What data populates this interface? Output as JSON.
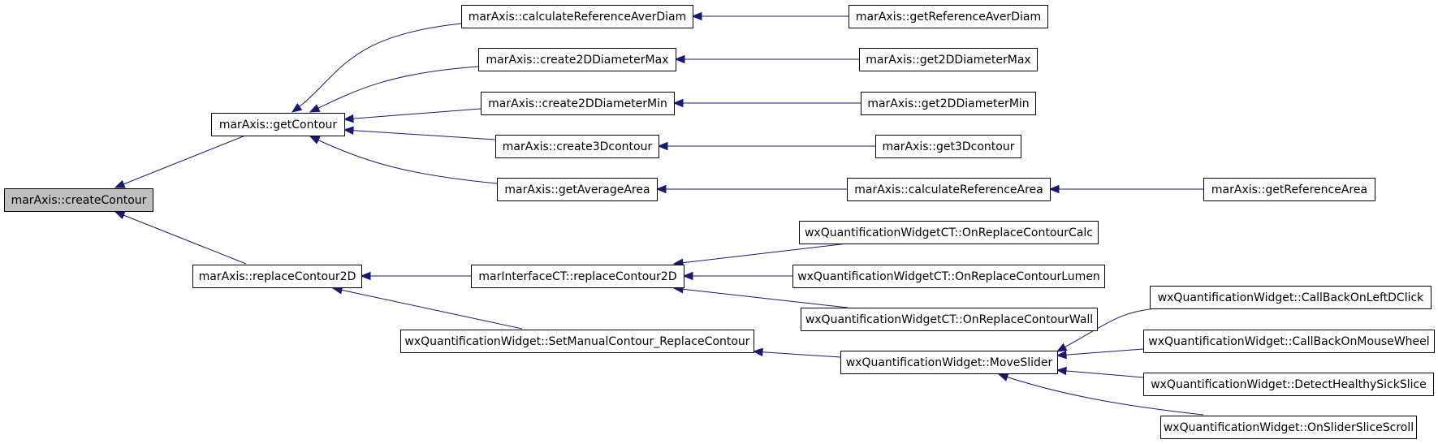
{
  "diagram": {
    "type": "call-graph",
    "colors": {
      "edge": "#191970",
      "root_fill": "#bfbfbf",
      "node_fill": "#ffffff",
      "node_border": "#000000"
    },
    "nodes": [
      {
        "id": "createContour",
        "label": "marAxis::createContour",
        "root": true
      },
      {
        "id": "getContour",
        "label": "marAxis::getContour"
      },
      {
        "id": "replaceContour2D",
        "label": "marAxis::replaceContour2D"
      },
      {
        "id": "calcRefAverDiam",
        "label": "marAxis::calculateReferenceAverDiam"
      },
      {
        "id": "create2DDiamMax",
        "label": "marAxis::create2DDiameterMax"
      },
      {
        "id": "create2DDiamMin",
        "label": "marAxis::create2DDiameterMin"
      },
      {
        "id": "create3Dcontour",
        "label": "marAxis::create3Dcontour"
      },
      {
        "id": "getAverageArea",
        "label": "marAxis::getAverageArea"
      },
      {
        "id": "ifaceReplace",
        "label": "marInterfaceCT::replaceContour2D"
      },
      {
        "id": "setManual",
        "label": "wxQuantificationWidget::SetManualContour_ReplaceContour"
      },
      {
        "id": "getRefAverDiam",
        "label": "marAxis::getReferenceAverDiam"
      },
      {
        "id": "get2DDiamMax",
        "label": "marAxis::get2DDiameterMax"
      },
      {
        "id": "get2DDiamMin",
        "label": "marAxis::get2DDiameterMin"
      },
      {
        "id": "get3Dcontour",
        "label": "marAxis::get3Dcontour"
      },
      {
        "id": "calcRefArea",
        "label": "marAxis::calculateReferenceArea"
      },
      {
        "id": "getRefArea",
        "label": "marAxis::getReferenceArea"
      },
      {
        "id": "onReplaceCalc",
        "label": "wxQuantificationWidgetCT::OnReplaceContourCalc"
      },
      {
        "id": "onReplaceLumen",
        "label": "wxQuantificationWidgetCT::OnReplaceContourLumen"
      },
      {
        "id": "onReplaceWall",
        "label": "wxQuantificationWidgetCT::OnReplaceContourWall"
      },
      {
        "id": "moveSlider",
        "label": "wxQuantificationWidget::MoveSlider"
      },
      {
        "id": "cbLeftDClick",
        "label": "wxQuantificationWidget::CallBackOnLeftDClick"
      },
      {
        "id": "cbMouseWheel",
        "label": "wxQuantificationWidget::CallBackOnMouseWheel"
      },
      {
        "id": "detectHealthy",
        "label": "wxQuantificationWidget::DetectHealthySickSlice"
      },
      {
        "id": "onSliderScroll",
        "label": "wxQuantificationWidget::OnSliderSliceScroll"
      }
    ],
    "edges": [
      {
        "from": "getContour",
        "to": "createContour"
      },
      {
        "from": "replaceContour2D",
        "to": "createContour"
      },
      {
        "from": "calcRefAverDiam",
        "to": "getContour"
      },
      {
        "from": "create2DDiamMax",
        "to": "getContour"
      },
      {
        "from": "create2DDiamMin",
        "to": "getContour"
      },
      {
        "from": "create3Dcontour",
        "to": "getContour"
      },
      {
        "from": "getAverageArea",
        "to": "getContour"
      },
      {
        "from": "getRefAverDiam",
        "to": "calcRefAverDiam"
      },
      {
        "from": "get2DDiamMax",
        "to": "create2DDiamMax"
      },
      {
        "from": "get2DDiamMin",
        "to": "create2DDiamMin"
      },
      {
        "from": "get3Dcontour",
        "to": "create3Dcontour"
      },
      {
        "from": "calcRefArea",
        "to": "getAverageArea"
      },
      {
        "from": "getRefArea",
        "to": "calcRefArea"
      },
      {
        "from": "ifaceReplace",
        "to": "replaceContour2D"
      },
      {
        "from": "setManual",
        "to": "replaceContour2D"
      },
      {
        "from": "onReplaceCalc",
        "to": "ifaceReplace"
      },
      {
        "from": "onReplaceLumen",
        "to": "ifaceReplace"
      },
      {
        "from": "onReplaceWall",
        "to": "ifaceReplace"
      },
      {
        "from": "moveSlider",
        "to": "setManual"
      },
      {
        "from": "cbLeftDClick",
        "to": "moveSlider"
      },
      {
        "from": "cbMouseWheel",
        "to": "moveSlider"
      },
      {
        "from": "detectHealthy",
        "to": "moveSlider"
      },
      {
        "from": "onSliderScroll",
        "to": "moveSlider"
      }
    ]
  }
}
